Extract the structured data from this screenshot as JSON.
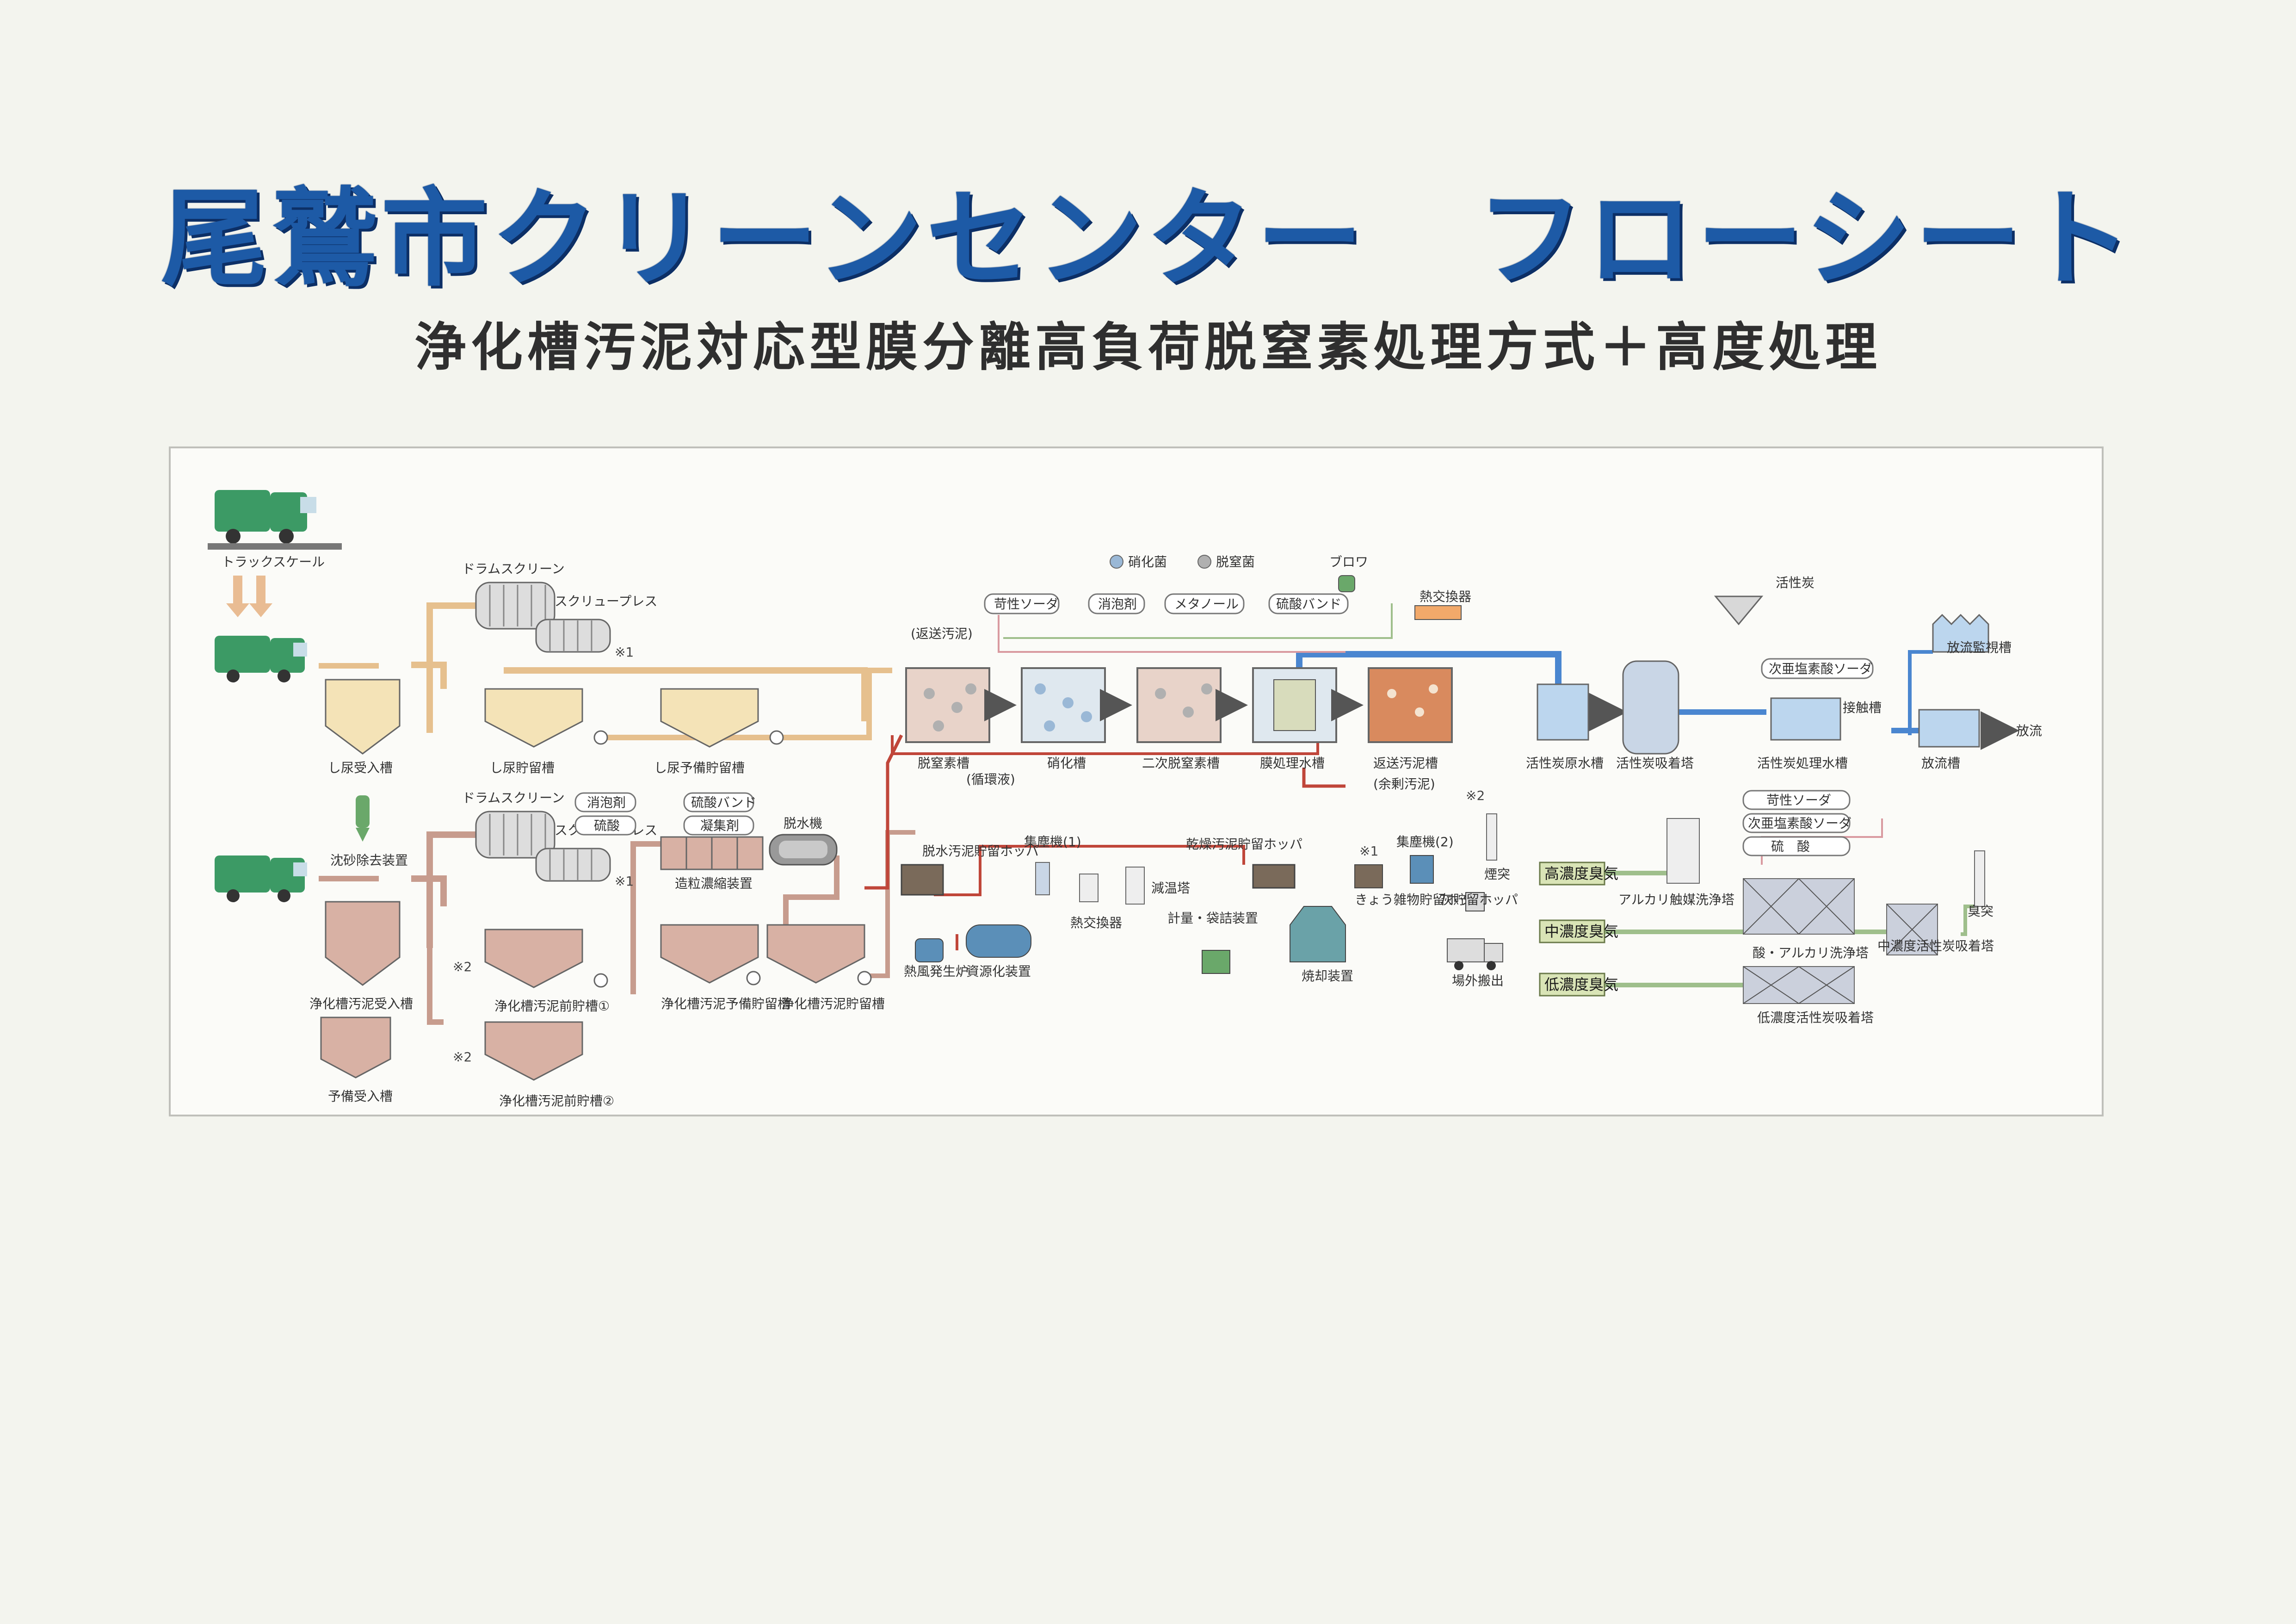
{
  "title": "尾鷲市クリーンセンター　フローシート",
  "subtitle": "浄化槽汚泥対応型膜分離高負荷脱窒素処理方式＋高度処理",
  "colors": {
    "title": "#1d5aa6",
    "pipe_raw": "#e6c08e",
    "pipe_sludge": "#c79c8e",
    "pipe_red": "#c0463a",
    "pipe_water": "#4a86d0",
    "pipe_gas": "#9fbf8c"
  },
  "labels": {
    "truck_scale": "トラックスケール",
    "drum_screen_1": "ドラムスクリーン",
    "screw_press_1": "スクリュープレス",
    "mark1_a": "※1",
    "shinyo_receiving": "し尿受入槽",
    "shinyo_storage": "し尿貯留槽",
    "shinyo_reserve": "し尿予備貯留槽",
    "grit_removal": "沈砂除去装置",
    "drum_screen_2": "ドラムスクリーン",
    "screw_press_2": "スクリュープレス",
    "mark1_b": "※1",
    "septic_receiving": "浄化槽汚泥受入槽",
    "reserve_receiving": "予備受入槽",
    "mark2_a": "※2",
    "mark2_b": "※2",
    "septic_pre1": "浄化槽汚泥前貯槽①",
    "septic_pre2": "浄化槽汚泥前貯槽②",
    "defoamer_a": "消泡剤",
    "sulfuric_a": "硫酸",
    "sulfuric_band_a": "硫酸バンド",
    "coagulant": "凝集剤",
    "granular_thickener": "造粒濃縮装置",
    "dehydrator": "脱水機",
    "septic_sludge_reserve": "浄化槽汚泥予備貯留槽",
    "septic_sludge_storage": "浄化槽汚泥貯留槽",
    "nitrifying_bacteria": "硝化菌",
    "denitrifying_bacteria": "脱窒菌",
    "blower": "ブロワ",
    "heat_exchanger_top": "熱交換器",
    "caustic_soda_top": "苛性ソーダ",
    "defoamer_top": "消泡剤",
    "methanol": "メタノール",
    "sulfuric_band_top": "硫酸バンド",
    "return_sludge_top": "(返送汚泥)",
    "denitrification_tank": "脱窒素槽",
    "circulating_liquid": "(循環液)",
    "nitrification_tank": "硝化槽",
    "second_denitrification": "二次脱窒素槽",
    "membrane_tank": "膜処理水槽",
    "return_sludge_tank": "返送汚泥槽",
    "excess_sludge": "(余剰汚泥)",
    "mark2_c": "※2",
    "activated_carbon": "活性炭",
    "raw_water_tank": "活性炭原水槽",
    "carbon_adsorption_tower": "活性炭吸着塔",
    "hypochlorite_top": "次亜塩素酸ソーダ",
    "contact_tank": "接触槽",
    "carbon_treated_tank": "活性炭処理水槽",
    "discharge_monitor_tank": "放流監視槽",
    "discharge_tank": "放流槽",
    "discharge": "放流",
    "dewatered_hopper": "脱水汚泥貯留ホッパ",
    "dust_collector_1": "集塵機(1)",
    "heat_exchanger_mid": "熱交換器",
    "cooling_tower": "減温塔",
    "dried_sludge_hopper": "乾燥汚泥貯留ホッパ",
    "mark1_c": "※1",
    "dust_collector_2": "集塵機(2)",
    "chimney": "煙突",
    "hot_air_generator": "熱風発生炉",
    "resource_device": "資源化装置",
    "weigh_bag": "計量・袋詰装置",
    "incinerator": "焼却装置",
    "contaminant_hopper": "きょう雑物貯留ホッパ",
    "ash_hopper": "灰貯留ホッパ",
    "offsite_removal": "場外搬出",
    "high_odor": "高濃度臭気",
    "mid_odor": "中濃度臭気",
    "low_odor": "低濃度臭気",
    "alkali_catalyst_tower": "アルカリ触媒洗浄塔",
    "caustic_soda_bottom": "苛性ソーダ",
    "hypochlorite_bottom": "次亜塩素酸ソーダ",
    "sulfuric_bottom": "硫　酸",
    "acid_alkali_tower": "酸・アルカリ洗浄塔",
    "mid_carbon_tower": "中濃度活性炭吸着塔",
    "odor_chimney": "臭突",
    "low_carbon_tower": "低濃度活性炭吸着塔"
  }
}
